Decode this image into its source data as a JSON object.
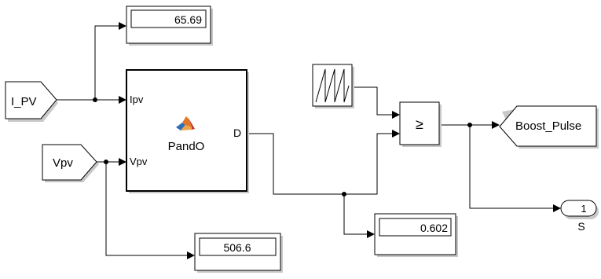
{
  "blocks": {
    "goto_ipv": {
      "label": "I_PV"
    },
    "goto_vpv": {
      "label": "Vpv"
    },
    "display_current": {
      "value": "65.69"
    },
    "display_voltage": {
      "value": "506.6"
    },
    "display_duty": {
      "value": "0.602"
    },
    "pando": {
      "name": "PandO",
      "input1": "Ipv",
      "input2": "Vpv",
      "output": "D",
      "icon": "matlab-logo-icon"
    },
    "sawtooth": {
      "icon": "sawtooth-icon"
    },
    "compare": {
      "symbol": "≥"
    },
    "goto_boost": {
      "label": "Boost_Pulse"
    },
    "outport": {
      "number": "1",
      "name": "S"
    }
  }
}
